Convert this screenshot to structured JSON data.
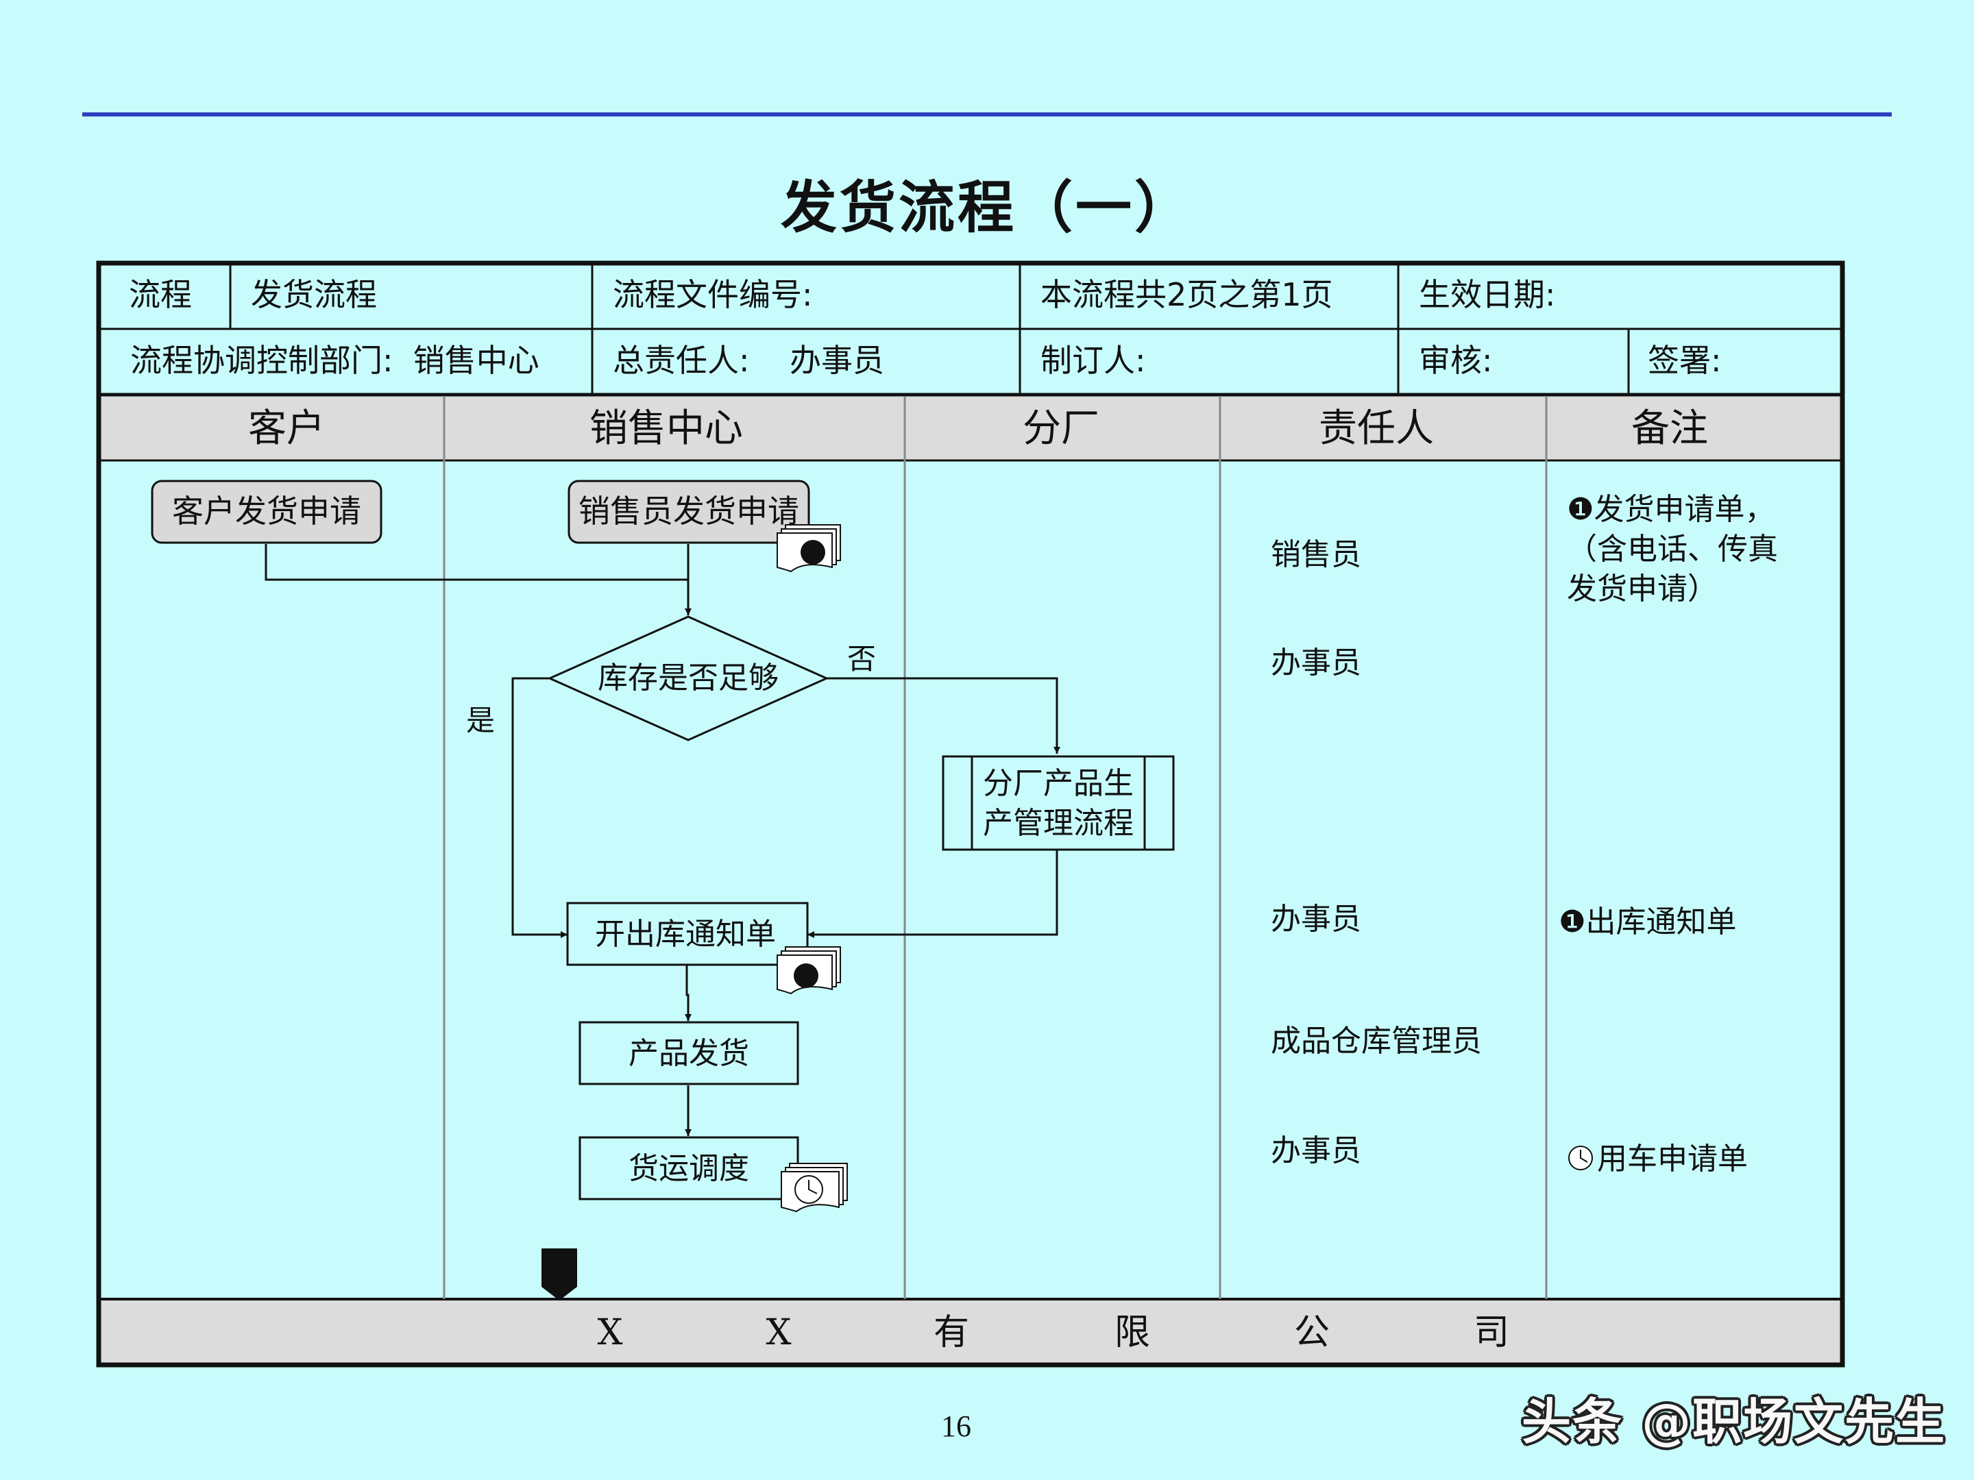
{
  "title": "发货流程（一）",
  "header": {
    "process_label": "流程",
    "process_value": "发货流程",
    "doc_number": "流程文件编号:",
    "page_info": "本流程共2页之第1页",
    "effective_date": "生效日期:",
    "dept": "流程协调控制部门:  销售中心",
    "owner": "总责任人:    办事员",
    "author": "制订人:",
    "reviewer": "审核:",
    "signer": "签署:"
  },
  "lanes": [
    "客户",
    "销售中心",
    "分厂",
    "责任人",
    "备注"
  ],
  "nodes": {
    "customer_request": "客户发货申请",
    "sales_request": "销售员发货申请",
    "decision": "库存是否足够",
    "branch_no": "否",
    "branch_yes": "是",
    "factory_line1": "分厂产品生",
    "factory_line2": "产管理流程",
    "outbound_notice": "开出库通知单",
    "product_ship": "产品发货",
    "freight_dispatch": "货运调度"
  },
  "doc_badge": "❶",
  "responsibles": [
    "销售员",
    "办事员",
    "办事员",
    "成品仓库管理员",
    "办事员"
  ],
  "notes": {
    "note1_line1": "❶发货申请单，",
    "note1_line2": "（含电话、传真",
    "note1_line3": "发货申请）",
    "note2": "❶出库通知单",
    "note3": "用车申请单"
  },
  "footer": [
    "X",
    "X",
    "有",
    "限",
    "公",
    "司"
  ],
  "page_number": "16",
  "watermark": "头条 @职场文先生",
  "colors": {
    "background": "#c8fcfc",
    "header_band": "#dcdcdc",
    "rule_line": "#2f3fbf",
    "box_fill": "#d9d9d9"
  }
}
